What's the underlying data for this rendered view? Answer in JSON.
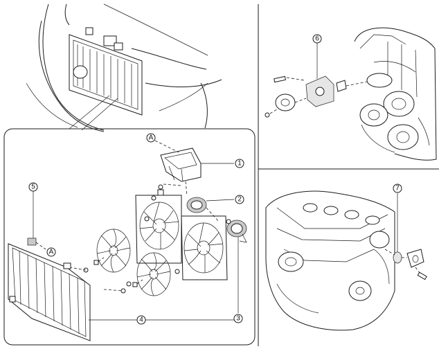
{
  "callouts": {
    "c1": "1",
    "c2": "2",
    "c3": "3",
    "c4": "4",
    "c5": "5",
    "c6": "6",
    "c7": "7",
    "a_top": "A",
    "a_bottom": "A"
  }
}
